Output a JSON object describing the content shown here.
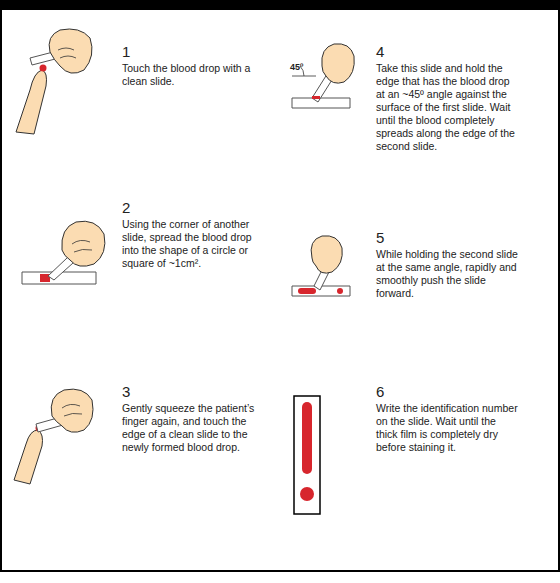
{
  "diagram": {
    "labels": [
      "1",
      "Touch the blood drop with a clean slide.",
      "2",
      "Using the corner of another slide, spread the blood drop into the shape of a circle or square of ~1cm².",
      "3",
      "Gently squeeze the patient’s finger again, and touch the edge of a clean slide to the newly formed blood drop.",
      "45º",
      "4",
      "Take this slide and hold the edge that has the blood drop at an ~45º angle against the surface of the first slide. Wait until the blood completely spreads along the edge of the second slide.",
      "5",
      "While holding the second slide at the same angle, rapidly and smoothly push the slide forward.",
      "6",
      "Write the identification number on the slide. Wait until the thick film is completely dry before staining it."
    ]
  }
}
